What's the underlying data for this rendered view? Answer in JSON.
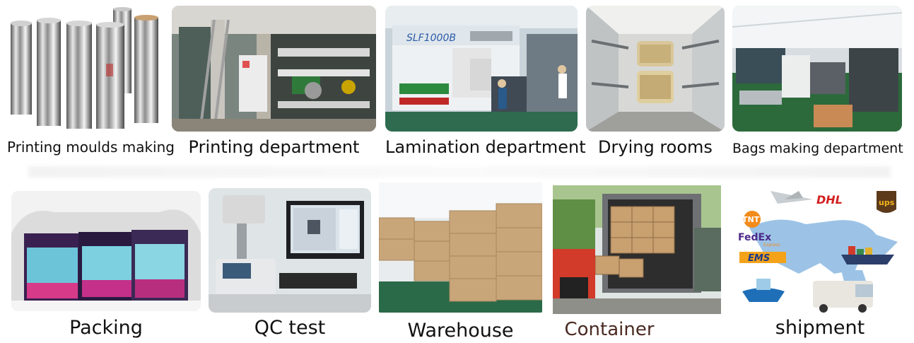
{
  "tiles": [
    {
      "id": "printing-moulds-making",
      "caption": "Printing moulds making"
    },
    {
      "id": "printing-department",
      "caption": "Printing department"
    },
    {
      "id": "lamination-department",
      "caption": "Lamination department",
      "machine_label": "SLF1000B"
    },
    {
      "id": "drying-rooms",
      "caption": "Drying rooms"
    },
    {
      "id": "bags-making-department",
      "caption": "Bags making department"
    },
    {
      "id": "packing",
      "caption": "Packing"
    },
    {
      "id": "qc-test",
      "caption": "QC test"
    },
    {
      "id": "warehouse",
      "caption": "Warehouse"
    },
    {
      "id": "container",
      "caption": "Container",
      "caption_color": "#4a2a22"
    },
    {
      "id": "shipment",
      "caption": "shipment",
      "logos": {
        "dhl": "DHL",
        "ups": "ups",
        "tnt": "TNT",
        "fedex": "FedEx",
        "fedex_sub": "Express",
        "ems": "EMS"
      }
    }
  ]
}
